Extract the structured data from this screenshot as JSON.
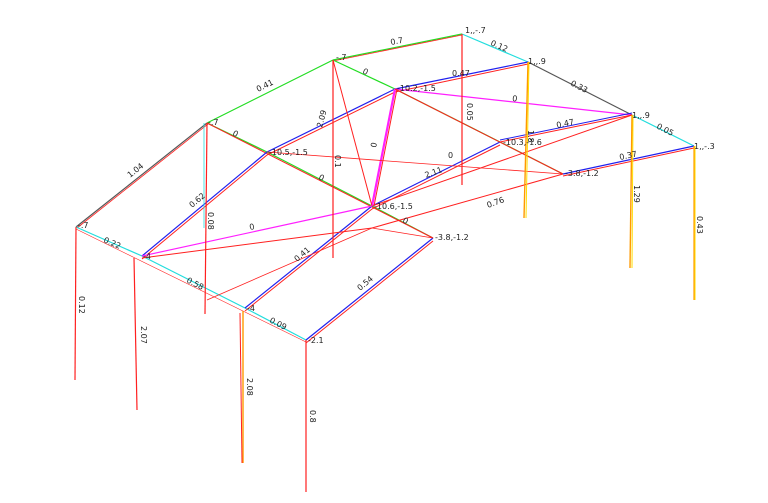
{
  "colors": {
    "red": "#ff2020",
    "green": "#22dd22",
    "cyan": "#22dddd",
    "blue": "#2020ee",
    "magenta": "#ff20ff",
    "orange": "#ff9900",
    "yellow": "#ffdd00",
    "dark": "#555555"
  },
  "node_labels": {
    "n1": "1,,-.7",
    "n2": "1,,.9",
    "n3": "1,,.9",
    "n4": "1,,-.3",
    "n5": "-.7",
    "n6": "-10.2,-1.5",
    "n7": "-10.3,-1.6",
    "n8": "-3.8,-1.2",
    "n9": "-.7",
    "n10": "-10.5,-1.5",
    "n11": "-10.6,-1.5",
    "n12": "-3.8,-1.2",
    "n13": "-.7",
    "n14": "-4",
    "n15": "-4",
    "n16": "-2.1"
  },
  "member_labels": {
    "r1a": "0.7",
    "r1b": "0.12",
    "r1c": "0.33",
    "r1d": "0.05",
    "r2a": "0.41",
    "r2b": "0",
    "r2c": "0.47",
    "r2d": "0",
    "r3a": "1.04",
    "r3b": "0",
    "r3c": "0.47",
    "r3d": "0.37",
    "r4a": "0.22",
    "r4b": "0.58",
    "r4c": "0.09",
    "d1": "0",
    "d2": "2.09",
    "d3": "0.1",
    "d4": "0.05",
    "d5": "1.8",
    "d6": "0",
    "d7": "0",
    "d8": "0",
    "d9": "2.11",
    "d10": "0.76",
    "d11": "0",
    "d12": "0.41",
    "d13": "0.54",
    "d14": "0.62",
    "d15": "0.08",
    "c1": "0.12",
    "c2": "2.07",
    "c3": "2.08",
    "c4": "0.8",
    "c5": "1.29",
    "c6": "0.43"
  }
}
